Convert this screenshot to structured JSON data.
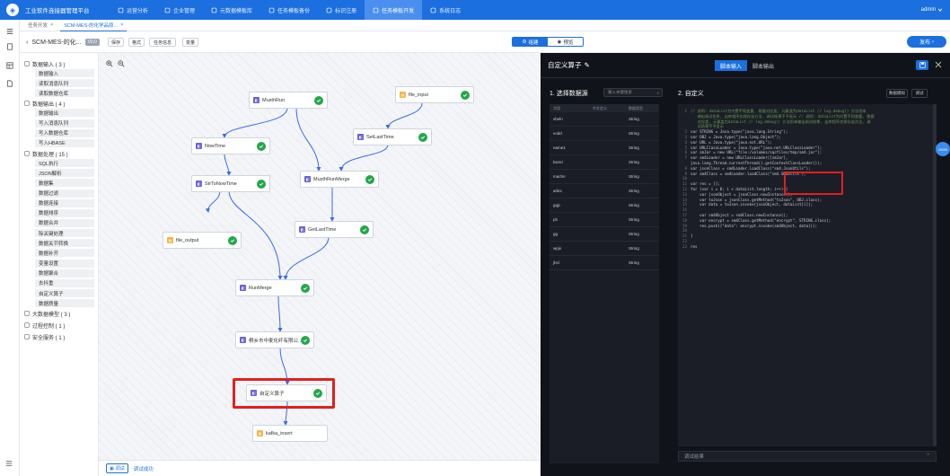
{
  "topbar": {
    "app_title": "工业软件连接器管理平台",
    "nav": [
      {
        "label": "运营分析",
        "icon": "chart-icon",
        "active": false
      },
      {
        "label": "企业管理",
        "icon": "users-icon",
        "active": false
      },
      {
        "label": "元数据模板库",
        "icon": "tag-icon",
        "active": false
      },
      {
        "label": "任务模板备份",
        "icon": "copy-icon",
        "active": false
      },
      {
        "label": "标识注册",
        "icon": "id-icon",
        "active": false
      },
      {
        "label": "任务模板开发",
        "icon": "grid-icon",
        "active": true
      },
      {
        "label": "系统日志",
        "icon": "log-icon",
        "active": false
      }
    ],
    "user": "admin"
  },
  "tabs": [
    {
      "label": "任务开发",
      "closable": true,
      "active": false
    },
    {
      "label": "SCM-MES-的化学品原...",
      "closable": true,
      "active": true
    }
  ],
  "toolbar": {
    "title": "SCM-MES-的化...",
    "badge": "V0.0",
    "save": "保存",
    "format": "格式",
    "task_info": "任务信息",
    "vars": "变量",
    "mode_build": "组建",
    "mode_preview": "预览",
    "publish": "发布"
  },
  "components": {
    "categories": [
      {
        "label": "数据输入 ( 3 )",
        "items": [
          "数据输入",
          "读取消息队列",
          "读取数据仓库"
        ]
      },
      {
        "label": "数据输出 ( 4 )",
        "items": [
          "数据输出",
          "写入消息队列",
          "写入数据仓库",
          "写入HBASE"
        ]
      },
      {
        "label": "数据处理 ( 15 )",
        "items": [
          "SQL执行",
          "JSON解析",
          "数据集",
          "数据过滤",
          "数据连接",
          "数据排序",
          "数据合并",
          "除关键处理",
          "数据关节转换",
          "数据补齐",
          "变量设置",
          "数据聚合",
          "去抖重",
          "自定义算子",
          "数据质量"
        ]
      },
      {
        "label": "大数据模型 ( 3 )",
        "items": []
      },
      {
        "label": "过程控制 ( 1 )",
        "items": []
      },
      {
        "label": "安全服务 ( 1 )",
        "items": []
      }
    ]
  },
  "canvas": {
    "nodes": [
      {
        "label": "MusthRun",
        "type": "op"
      },
      {
        "label": "file_input",
        "type": "file"
      },
      {
        "label": "SetLastTime",
        "type": "op"
      },
      {
        "label": "NowTime",
        "type": "op"
      },
      {
        "label": "MusthRunMerge",
        "type": "op"
      },
      {
        "label": "StrToNowTime",
        "type": "op"
      },
      {
        "label": "GetLastTime",
        "type": "op"
      },
      {
        "label": "file_output",
        "type": "file"
      },
      {
        "label": "RunMerge",
        "type": "op"
      },
      {
        "label": "桐乡市中麦化纤有限公...",
        "type": "op"
      },
      {
        "label": "自定义算子",
        "type": "op"
      },
      {
        "label": "kafka_insert",
        "type": "file"
      }
    ],
    "debug_button": "调试",
    "debug_status": "调试成功"
  },
  "editor": {
    "title": "自定义算子",
    "tab_input": "脚本输入",
    "tab_output": "脚本输出",
    "section_source": "1. 选择数据源",
    "search_placeholder": "输入关键搜索",
    "section_define": "2. 自定义",
    "btn_data_debug": "数据模拟",
    "btn_debug": "调试",
    "columns": [
      "字段",
      "中文定义",
      "数据类型"
    ],
    "rows": [
      {
        "name": "vbeln",
        "cn": "",
        "type": "String"
      },
      {
        "name": "vodd",
        "cn": "",
        "type": "String"
      },
      {
        "name": "name1",
        "cn": "",
        "type": "String"
      },
      {
        "name": "bezei",
        "cn": "",
        "type": "String"
      },
      {
        "name": "machn",
        "cn": "",
        "type": "String"
      },
      {
        "name": "arktx",
        "cn": "",
        "type": "String"
      },
      {
        "name": "gqjc",
        "cn": "",
        "type": "String"
      },
      {
        "name": "ph",
        "cn": "",
        "type": "String"
      },
      {
        "name": "gg",
        "cn": "",
        "type": "String"
      },
      {
        "name": "wpjs",
        "cn": "",
        "type": "String"
      },
      {
        "name": "jhsl",
        "cn": "",
        "type": "String"
      }
    ],
    "code": [
      {
        "n": "1",
        "t": "// 说明: dataList为内置不同变量, 根据对应类, 元素类为dataList // log.debug() 方法用来",
        "c": true
      },
      {
        "n": "",
        "t": "   输出调试信息, 出库程序也保存该方法, 调试结果不予显示 // 说明: dataList为内置不同变量, 根据",
        "c": true
      },
      {
        "n": "",
        "t": "   对应类, 元素类为dataList // log.debug() 方法用来输出调试结果, 出库程序也保存该方法, 调",
        "c": true
      },
      {
        "n": "",
        "t": "   试结果不予显示",
        "c": true
      },
      {
        "n": "2",
        "t": "var STRING = Java.type(\"java.lang.String\");",
        "c": false
      },
      {
        "n": "3",
        "t": "var OBJ = Java.type(\"java.lang.Object\");",
        "c": false
      },
      {
        "n": "4",
        "t": "var URL = Java.type(\"java.net.URL\");",
        "c": false
      },
      {
        "n": "5",
        "t": "var URLClassLoader = Java.type(\"java.net.URLClassLoader\");",
        "c": false
      },
      {
        "n": "6",
        "t": "var smJar = new URL(\"file:/volumes/sqcfiles/tmp/sm4.jar\");",
        "c": false
      },
      {
        "n": "7",
        "t": "var sm4Loader = new URLClassLoader([smJar],",
        "c": false
      },
      {
        "n": "",
        "t": "java.lang.Thread.currentThread().getContextClassLoader());",
        "c": false
      },
      {
        "n": "8",
        "t": "var jsonClass = sm4Loader.loadClass(\"sm4.JsonUtils\");",
        "c": false
      },
      {
        "n": "9",
        "t": "var sm4Class = sm4Loader.loadClass(\"sm4.SM4Utils\");",
        "c": false
      },
      {
        "n": "10",
        "t": "",
        "c": false
      },
      {
        "n": "11",
        "t": "var res = [];",
        "c": false
      },
      {
        "n": "12",
        "t": "for (var i = 0; i < dataList.length; i++) {",
        "c": false
      },
      {
        "n": "13",
        "t": "    var jsonObject = jsonClass.newInstance();",
        "c": false
      },
      {
        "n": "14",
        "t": "    var toJson = jsonClass.getMethod(\"toJson\", OBJ.class);",
        "c": false
      },
      {
        "n": "15",
        "t": "    var data = toJson.invoke(jsonObject, dataList[i]);",
        "c": false
      },
      {
        "n": "16",
        "t": "",
        "c": false
      },
      {
        "n": "17",
        "t": "    var sm4Object = sm4Class.newInstance();",
        "c": false
      },
      {
        "n": "18",
        "t": "    var encrypt = sm4Class.getMethod(\"encrypt\", STRING.class);",
        "c": false
      },
      {
        "n": "19",
        "t": "    res.push({\"data\": encrypt.invoke(sm4Object, data)});",
        "c": false
      },
      {
        "n": "20",
        "t": "",
        "c": false
      },
      {
        "n": "21",
        "t": "}",
        "c": false
      },
      {
        "n": "22",
        "t": "",
        "c": false
      },
      {
        "n": "23",
        "t": "res",
        "c": false
      }
    ],
    "result_label": "调试结果",
    "pct_badge": "100%"
  },
  "colors": {
    "primary": "#1b6fdf",
    "success": "#21a84a",
    "highlight": "#e02020",
    "dark": "#11131a"
  }
}
